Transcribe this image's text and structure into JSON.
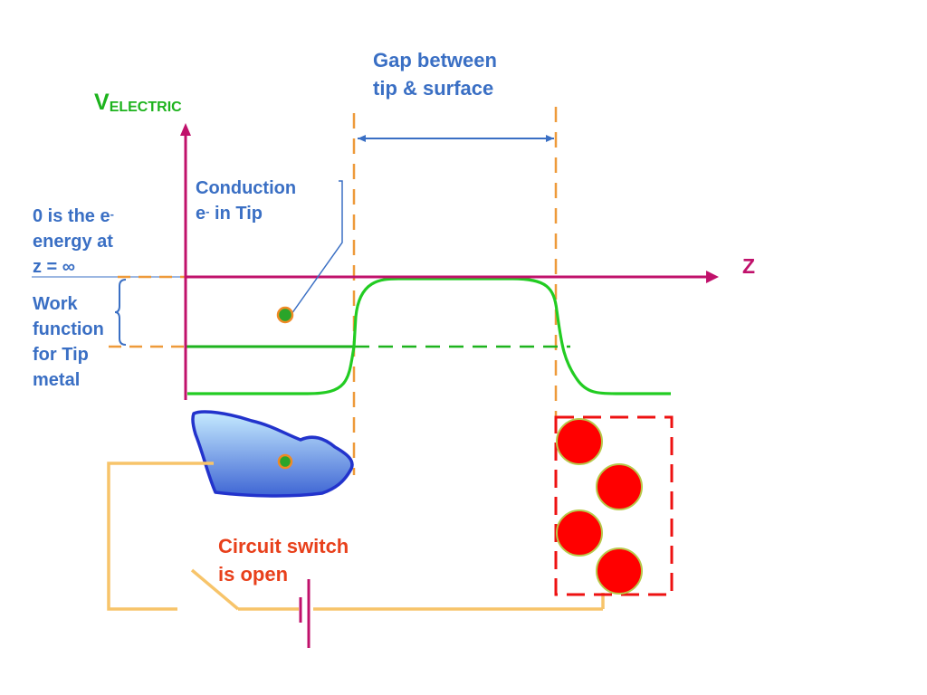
{
  "axis": {
    "y_label_main": "V",
    "y_label_sub": "ELECTRIC",
    "x_label": "Z"
  },
  "labels": {
    "gap_line1": "Gap between",
    "gap_line2": "tip & surface",
    "conduction_line1": "Conduction",
    "conduction_line2_main": "e",
    "conduction_line2_sup": "-",
    "conduction_line2_rest": " in Tip",
    "zero_line1_main": "0 is the e",
    "zero_line1_sup": "-",
    "zero_line2": "energy at",
    "zero_line3": "z = ∞",
    "work_line1": "Work",
    "work_line2": "function",
    "work_line3": "for Tip",
    "work_line4": "metal",
    "circuit_line1": "Circuit switch",
    "circuit_line2": "is open"
  },
  "colors": {
    "axis": "#c0116b",
    "potential": "#22cc22",
    "label_blue": "#3a6fc4",
    "label_green": "#1db31d",
    "label_red": "#e8401b",
    "dashed_orange": "#ee9a3a",
    "wire": "#f7c46a",
    "atom": "#ff0000",
    "atom_outline": "#b7c84a",
    "electron_fill": "#2aa52a",
    "electron_ring": "#f08a24",
    "tip_outline": "#2233cc"
  }
}
